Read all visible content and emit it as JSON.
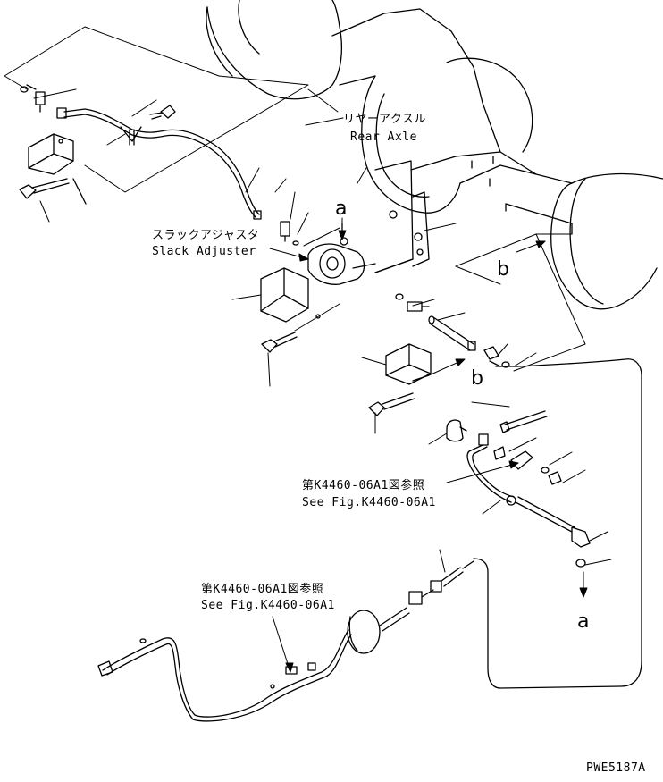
{
  "labels": {
    "rear_axle_jp": "リヤーアクスル",
    "rear_axle_en": "Rear Axle",
    "slack_adjuster_jp": "スラックアジャスタ",
    "slack_adjuster_en": "Slack Adjuster",
    "see_fig_1_jp": "第K4460-06A1図参照",
    "see_fig_1_en": "See Fig.K4460-06A1",
    "see_fig_2_jp": "第K4460-06A1図参照",
    "see_fig_2_en": "See Fig.K4460-06A1",
    "marker_a_top": "a",
    "marker_a_bottom": "a",
    "marker_b_right": "b",
    "marker_b_center": "b",
    "drawing_number": "PWE5187A"
  },
  "colors": {
    "line": "#000000",
    "background": "#ffffff"
  }
}
